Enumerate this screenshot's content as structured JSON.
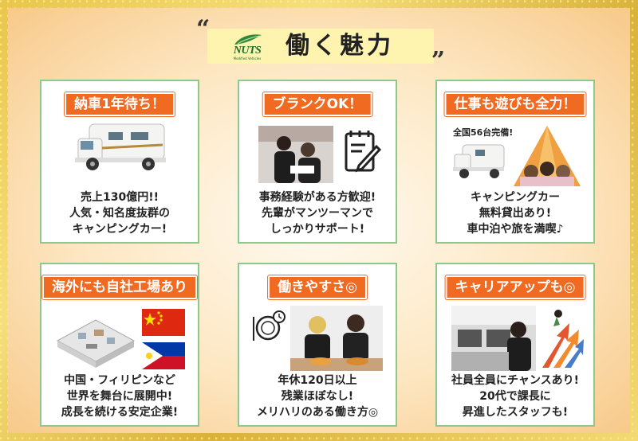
{
  "header": {
    "quote_open": "“",
    "quote_close": "”",
    "logo_text": "NUTS",
    "logo_sub": "Modified Vehicles",
    "title": "働く魅力"
  },
  "cards": [
    {
      "label": "納車1年待ち！",
      "lines": [
        "売上130億円!!",
        "人気・知名度抜群の",
        "キャンピングカー!"
      ],
      "image": "camper-van"
    },
    {
      "label": "ブランクOK！",
      "lines": [
        "事務経験がある方歓迎!",
        "先輩がマンツーマンで",
        "しっかりサポート!"
      ],
      "image": "office-staff-photo",
      "icon": "writing-checklist-icon"
    },
    {
      "label": "仕事も遊びも全力！",
      "badge": "全国56台完備!",
      "lines": [
        "キャンピングカー",
        "無料貸出あり!",
        "車中泊や旅を満喫♪"
      ],
      "image": "camper-and-tent"
    },
    {
      "label": "海外にも自社工場あり",
      "lines": [
        "中国・フィリピンなど",
        "世界を舞台に展開中!",
        "成長を続ける安定企業!"
      ],
      "image": "factory-isometric",
      "flags": [
        "china-flag",
        "philippines-flag"
      ]
    },
    {
      "label": "働きやすさ◎",
      "lines": [
        "年休120日以上",
        "残業ほぼなし!",
        "メリハリのある働き方◎"
      ],
      "image": "staff-lunch-photo",
      "icon": "plate-and-clock-icon"
    },
    {
      "label": "キャリアアップも◎",
      "lines": [
        "社員全員にチャンスあり!",
        "20代で課長に",
        "昇進したスタッフも!"
      ],
      "image": "office-work-photo",
      "icon": "growth-arrows-icon"
    }
  ],
  "colors": {
    "label_bg": "#f06a22",
    "card_border": "#8dc98d",
    "title_bg": "#fff3b0",
    "frame": "#e9c64a"
  }
}
